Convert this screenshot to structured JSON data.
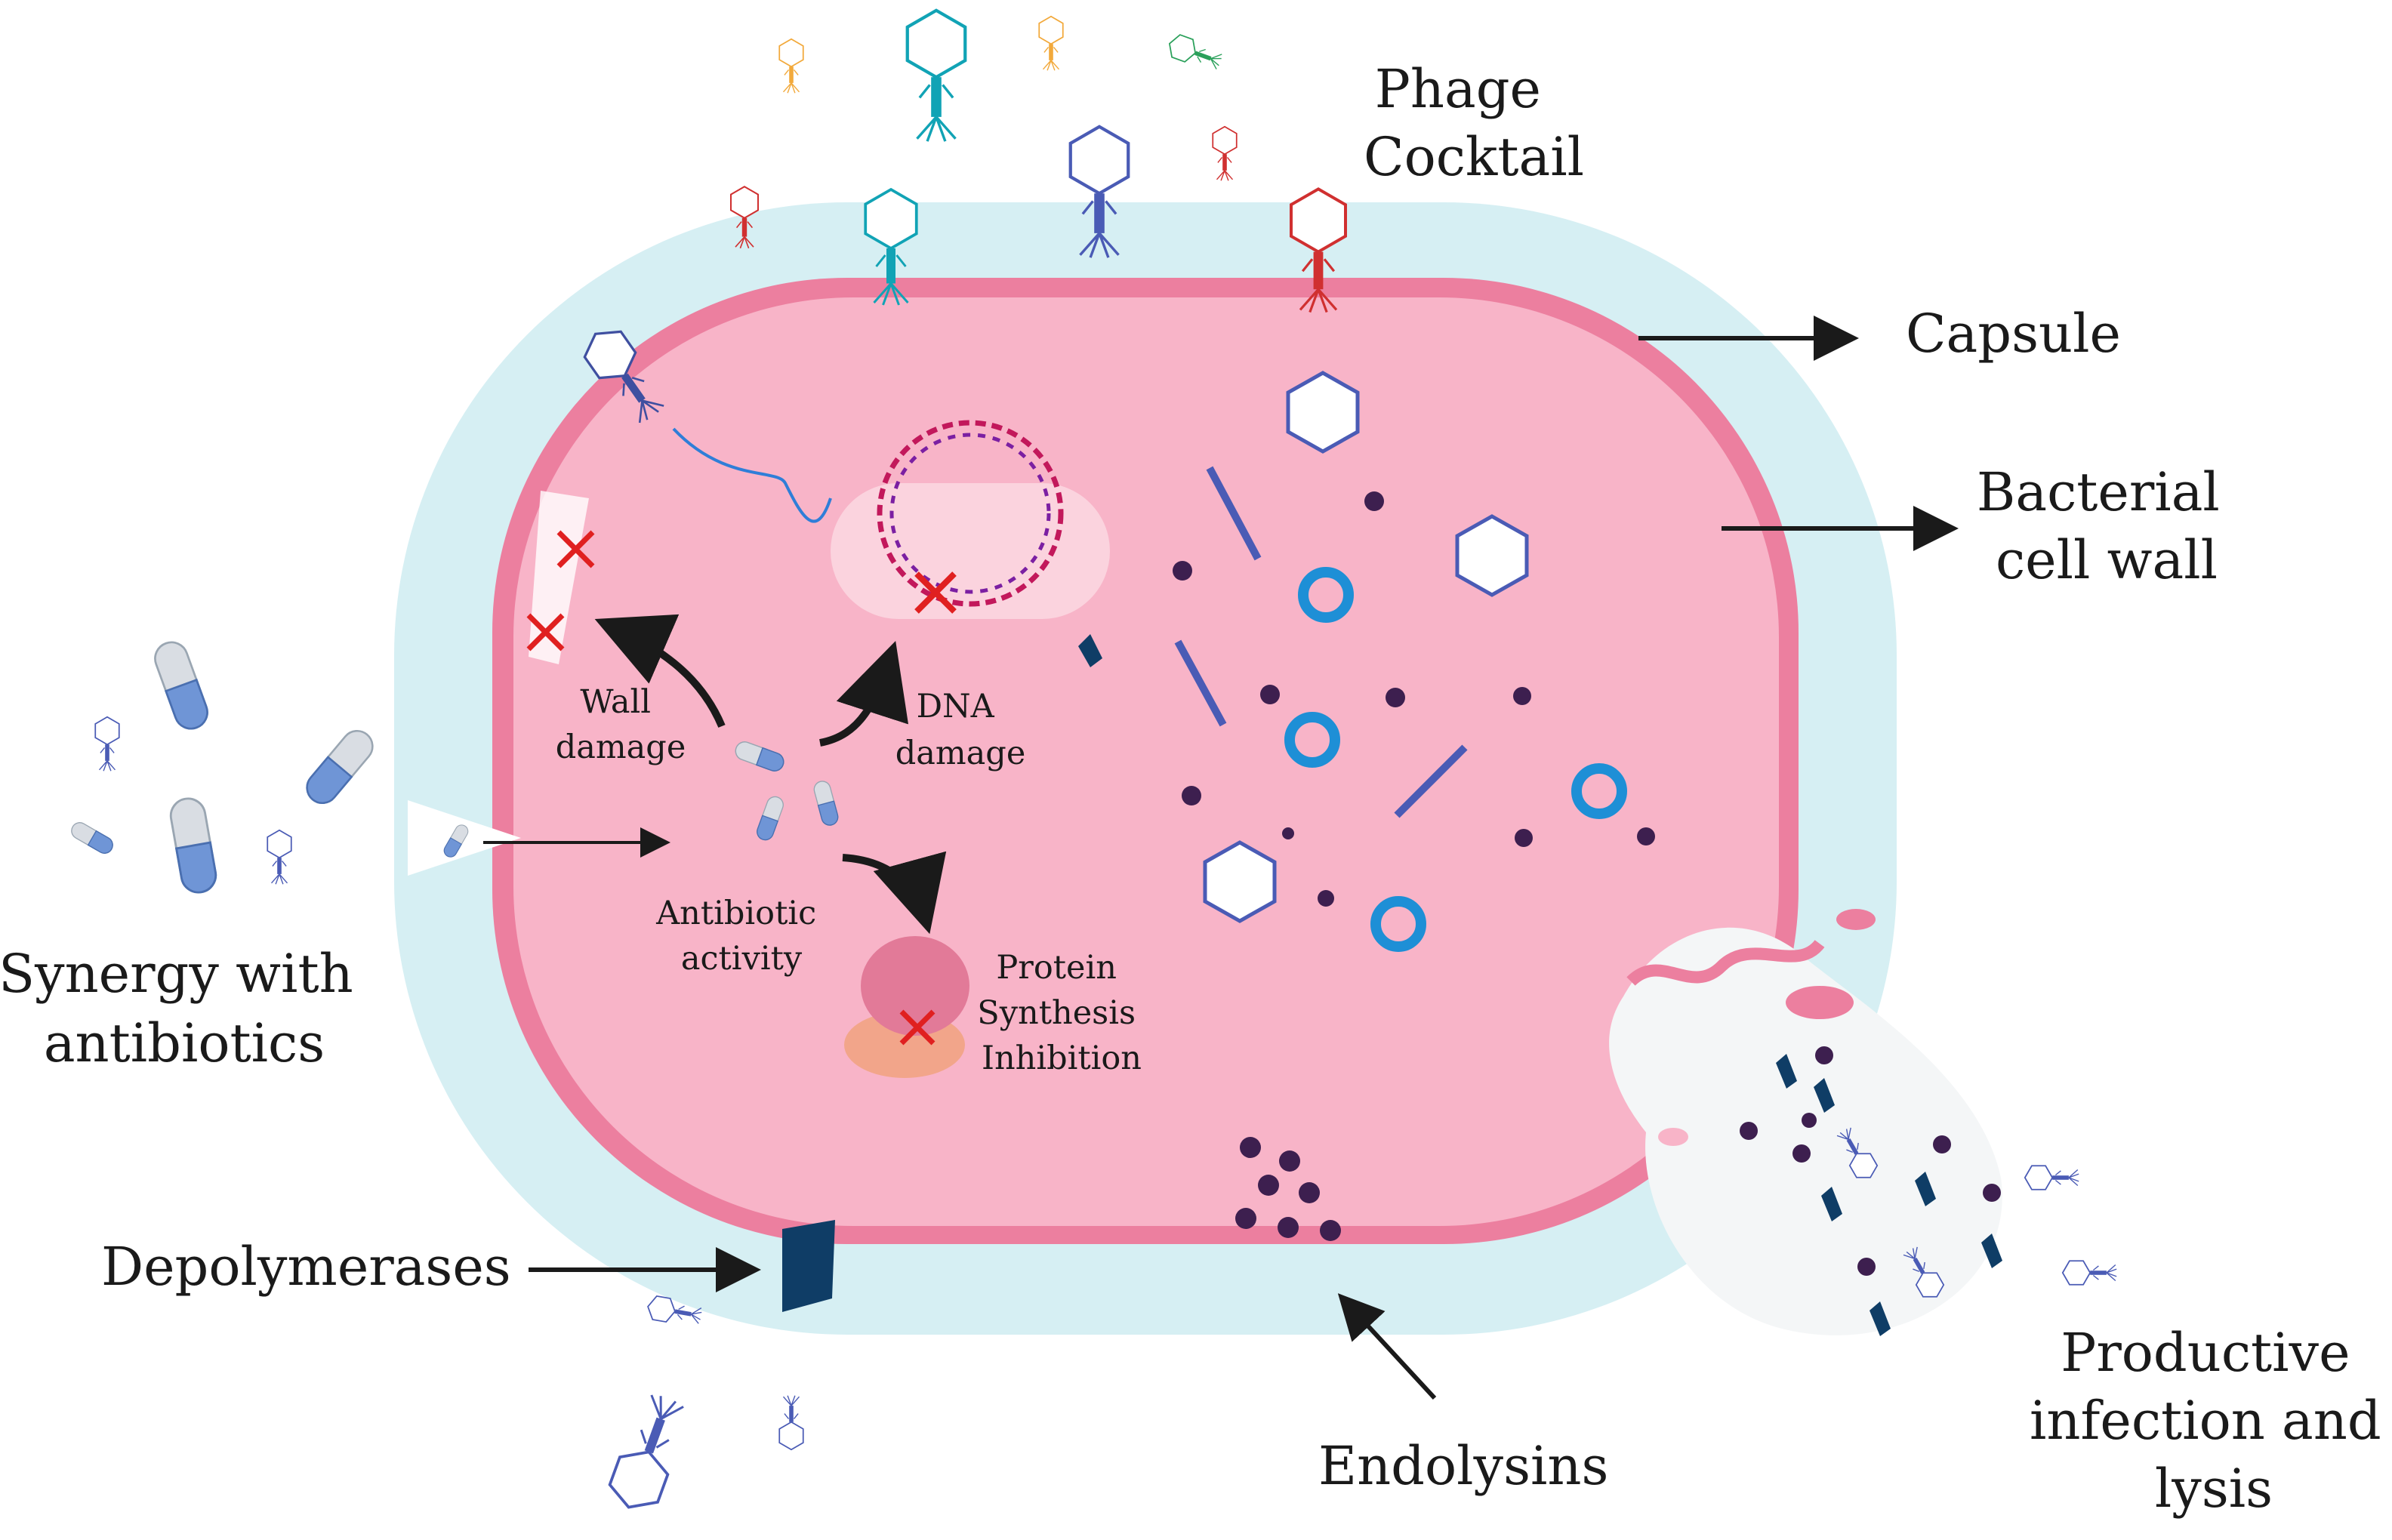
{
  "labels": {
    "phage_cocktail": [
      "Phage",
      "Cocktail"
    ],
    "capsule": "Capsule",
    "bacterial_cell_wall": [
      "Bacterial",
      "cell wall"
    ],
    "synergy": [
      "Synergy with",
      "antibiotics"
    ],
    "depolymerases": "Depolymerases",
    "endolysins": "Endolysins",
    "productive": [
      "Productive",
      "infection and",
      "lysis"
    ],
    "wall_damage": [
      "Wall",
      "damage"
    ],
    "dna_damage": [
      "DNA",
      "damage"
    ],
    "antibiotic_activity": [
      "Antibiotic",
      "activity"
    ],
    "protein_synthesis": [
      "Protein",
      "Synthesis",
      "Inhibition"
    ]
  },
  "colors": {
    "capsule": "#d6eff3",
    "cell_fill": "#f8b4c8",
    "cell_rim": "#ec7f9f",
    "nucleoid": "#fbd3de",
    "dna_strand": "#c2185b",
    "plasmid": "#1e8fd6",
    "capsid": "#4a5bb5",
    "dot": "#3d1f4f",
    "depolymerase": "#0f3d66",
    "damage_mark": "#e02020",
    "arrow": "#1a1a1a"
  },
  "icons": [
    "phage-icon",
    "capsule-pill-icon",
    "plasmid-icon",
    "syringe-icon",
    "ribosome-icon",
    "dna-ring-icon",
    "damage-x-icon"
  ]
}
